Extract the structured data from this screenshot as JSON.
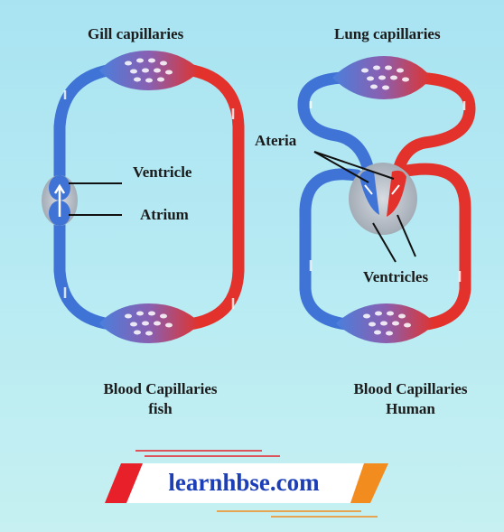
{
  "labels": {
    "gill_capillaries": "Gill capillaries",
    "lung_capillaries": "Lung capillaries",
    "ventricle": "Ventricle",
    "atrium": "Atrium",
    "ateria": "Ateria",
    "ventricles": "Ventricles",
    "fish_caption_line1": "Blood Capillaries",
    "fish_caption_line2": "fish",
    "human_caption_line1": "Blood Capillaries",
    "human_caption_line2": "Human"
  },
  "brand": {
    "text": "learnhbse.com",
    "text_color": "#1c3fb8",
    "red": "#e8202a",
    "orange": "#f28c1e"
  },
  "colors": {
    "deoxygenated": "#3f74d6",
    "oxygenated": "#e2322b",
    "background": "#b3e8f3"
  }
}
